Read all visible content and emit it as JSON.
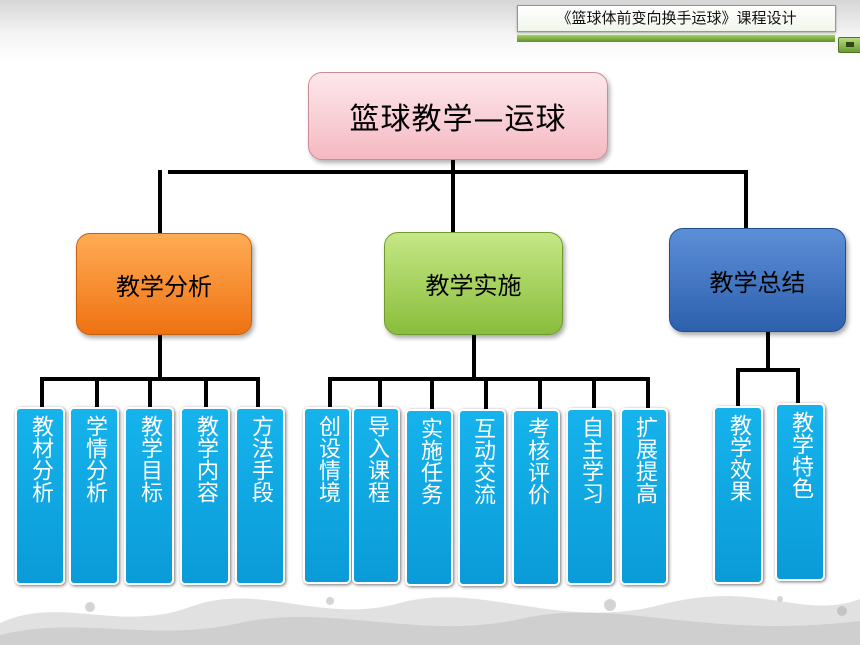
{
  "header": {
    "course_title": "《篮球体前变向换手运球》课程设计"
  },
  "diagram": {
    "root": "篮球教学—运球",
    "categories": [
      {
        "id": "analysis",
        "label": "教学分析",
        "items": [
          "教材分析",
          "学情分析",
          "教学目标",
          "教学内容",
          "方法手段"
        ]
      },
      {
        "id": "implementation",
        "label": "教学实施",
        "items": [
          "创设情境",
          "导入课程",
          "实施任务",
          "互动交流",
          "考核评价",
          "自主学习",
          "扩展提高"
        ]
      },
      {
        "id": "summary",
        "label": "教学总结",
        "items": [
          "教学效果",
          "教学特色"
        ]
      }
    ]
  },
  "colors": {
    "root_fill": "#f5b9c2",
    "analysis_fill": "#ef7212",
    "implementation_fill": "#89bd3b",
    "summary_fill": "#2d60ad",
    "leaf_fill": "#0a9bd8",
    "connector": "#000000"
  }
}
